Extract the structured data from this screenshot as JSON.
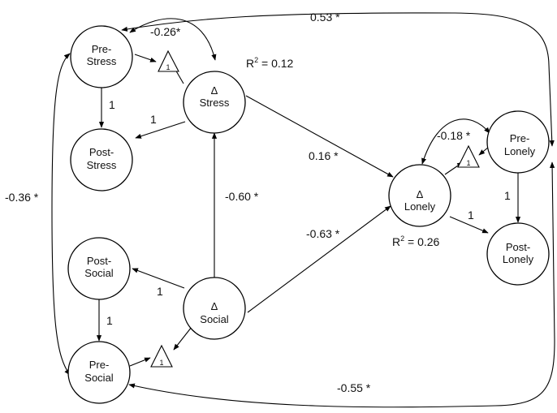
{
  "nodes": {
    "pre_stress": {
      "line1": "Pre-",
      "line2": "Stress"
    },
    "post_stress": {
      "line1": "Post-",
      "line2": "Stress"
    },
    "d_stress": {
      "line1": "Δ",
      "line2": "Stress"
    },
    "d_lonely": {
      "line1": "Δ",
      "line2": "Lonely"
    },
    "pre_lonely": {
      "line1": "Pre-",
      "line2": "Lonely"
    },
    "post_lonely": {
      "line1": "Post-",
      "line2": "Lonely"
    },
    "post_social": {
      "line1": "Post-",
      "line2": "Social"
    },
    "d_social": {
      "line1": "Δ",
      "line2": "Social"
    },
    "pre_social": {
      "line1": "Pre-",
      "line2": "Social"
    }
  },
  "constants": {
    "one": "1"
  },
  "edge_labels": {
    "pre_stress_d_stress_cov": "-0.26*",
    "pre_stress_pre_lonely_cov": "0.53 *",
    "pre_stress_pre_social_cov": "-0.36 *",
    "pre_stress_post_stress": "1",
    "d_stress_post_stress": "1",
    "d_stress_d_lonely": "0.16 *",
    "d_social_d_stress": "-0.60 *",
    "d_social_d_lonely": "-0.63 *",
    "pre_lonely_d_lonely_cov": "-0.18 *",
    "pre_lonely_post_lonely": "1",
    "d_lonely_post_lonely": "1",
    "d_social_post_social": "1",
    "post_social_pre_social": "1",
    "pre_social_pre_lonely_cov": "-0.55 *"
  },
  "r2": {
    "stress_prefix": "R",
    "stress_sup": "2",
    "stress_value": " = 0.12",
    "lonely_prefix": "R",
    "lonely_sup": "2",
    "lonely_value": " = 0.26"
  }
}
